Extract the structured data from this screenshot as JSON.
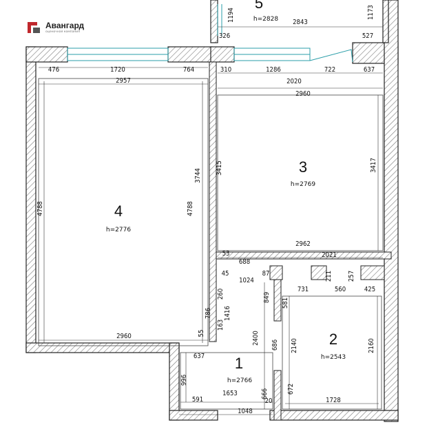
{
  "logo": {
    "name": "Авангард",
    "subtitle": "оценочная компания",
    "color": "#c0282d"
  },
  "rooms": [
    {
      "number": "5",
      "height": "h=2828"
    },
    {
      "number": "4",
      "height": "h=2776"
    },
    {
      "number": "3",
      "height": "h=2769"
    },
    {
      "number": "2",
      "height": "h=2543"
    },
    {
      "number": "1",
      "height": "h=2766"
    }
  ],
  "dimensions": {
    "d1194": "1194",
    "d2843": "2843",
    "d1173": "1173",
    "d326": "326",
    "d527": "527",
    "d476": "476",
    "d1720": "1720",
    "d764": "764",
    "d2957": "2957",
    "d310": "310",
    "d1286": "1286",
    "d722": "722",
    "d637a": "637",
    "d2020": "2020",
    "d2960a": "2960",
    "d3415": "3415",
    "d3744": "3744",
    "d4788a": "4788",
    "d4788b": "4788",
    "d3417": "3417",
    "d2962": "2962",
    "d2021": "2021",
    "d53": "53",
    "d688": "688",
    "d45": "45",
    "d1024": "1024",
    "d87": "87",
    "d211": "211",
    "d257": "257",
    "d731": "731",
    "d560": "560",
    "d425": "425",
    "d849": "849",
    "d581": "581",
    "d260": "260",
    "d1416": "1416",
    "d163": "163",
    "d786": "786",
    "d55": "55",
    "d2960b": "2960",
    "d2400": "2400",
    "d686": "686",
    "d2140": "2140",
    "d2160": "2160",
    "d637b": "637",
    "d996": "996",
    "d1653": "1653",
    "d666": "666",
    "d672": "672",
    "d20": "20",
    "d1728": "1728",
    "d591": "591",
    "d1048": "1048"
  }
}
